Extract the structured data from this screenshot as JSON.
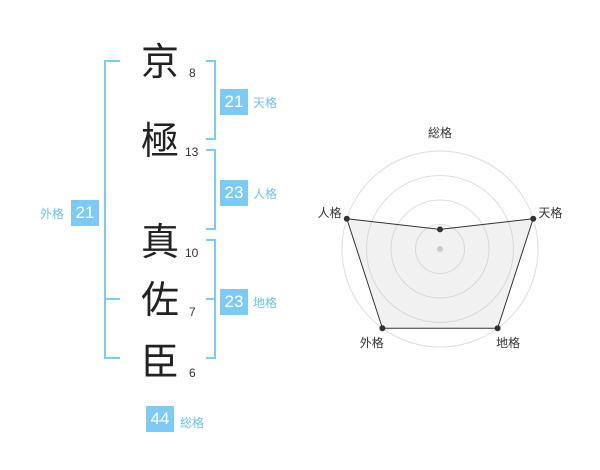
{
  "name": {
    "characters": [
      {
        "char": "京",
        "strokes": "8"
      },
      {
        "char": "極",
        "strokes": "13"
      },
      {
        "char": "真",
        "strokes": "10"
      },
      {
        "char": "佐",
        "strokes": "7"
      },
      {
        "char": "臣",
        "strokes": "6"
      }
    ]
  },
  "fortunes": {
    "tenkaku": {
      "value": "21",
      "label": "天格"
    },
    "jinkaku": {
      "value": "23",
      "label": "人格"
    },
    "chikaku": {
      "value": "23",
      "label": "地格"
    },
    "gaikaku": {
      "value": "21",
      "label": "外格"
    },
    "soukaku": {
      "value": "44",
      "label": "総格"
    }
  },
  "colors": {
    "accent": "#7dcbf4",
    "text": "#222222",
    "grid": "#dddddd"
  },
  "chart_data": {
    "type": "radar",
    "axes": [
      "総格",
      "天格",
      "地格",
      "外格",
      "人格"
    ],
    "values": [
      1,
      5,
      5,
      5,
      5
    ],
    "rmax": 5,
    "rings": 4
  }
}
